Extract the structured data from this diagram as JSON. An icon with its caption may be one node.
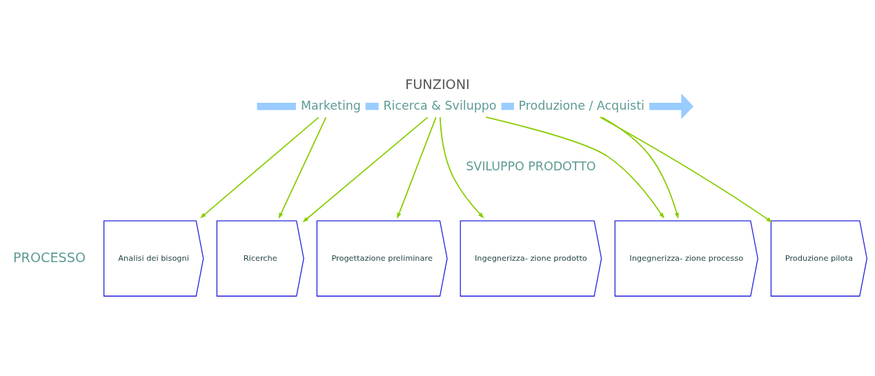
{
  "diagram": {
    "title": "FUNZIONI",
    "nodes": [
      {
        "text": [
          "Marketing"
        ]
      },
      {
        "text": [
          "Ricerca & Sviluppo"
        ]
      },
      {
        "text": [
          "Produzione / Acquisti"
        ]
      },
      {
        "text": [
          "Analisi dei bisogni"
        ]
      },
      {
        "text": [
          "Ricerche"
        ]
      },
      {
        "text": [
          "Progettazione preliminare"
        ]
      },
      {
        "text": [
          "Ingegnerizza- zione prodotto"
        ]
      },
      {
        "text": [
          "Ingegnerizza- zione processo"
        ]
      },
      {
        "text": [
          "Produzione pilota"
        ]
      }
    ],
    "edges": [
      {
        "from": null,
        "to": 0,
        "arrow": "none",
        "style": "thick",
        "color": "#99ccff"
      },
      {
        "from": 0,
        "to": 1,
        "arrow": "none",
        "style": "thick",
        "color": "#99ccff"
      },
      {
        "from": 1,
        "to": 2,
        "arrow": "none",
        "style": "thick",
        "color": "#99ccff"
      },
      {
        "from": 2,
        "to": null,
        "arrow": "to",
        "style": "thick",
        "color": "#99ccff"
      },
      {
        "from": 0,
        "to": 3,
        "arrow": "to"
      },
      {
        "from": 0,
        "to": 4,
        "arrow": "to"
      },
      {
        "from": 1,
        "to": 4,
        "arrow": "to"
      },
      {
        "from": 1,
        "to": 5,
        "arrow": "to"
      },
      {
        "from": 1,
        "to": 6,
        "arrow": "to"
      },
      {
        "from": 1,
        "to": 7,
        "arrow": "to"
      },
      {
        "from": 2,
        "to": 7,
        "arrow": "to"
      },
      {
        "from": 2,
        "to": 8,
        "arrow": "to"
      }
    ],
    "labels": [
      "SVILUPPO PRODOTTO",
      "PROCESSO"
    ]
  }
}
